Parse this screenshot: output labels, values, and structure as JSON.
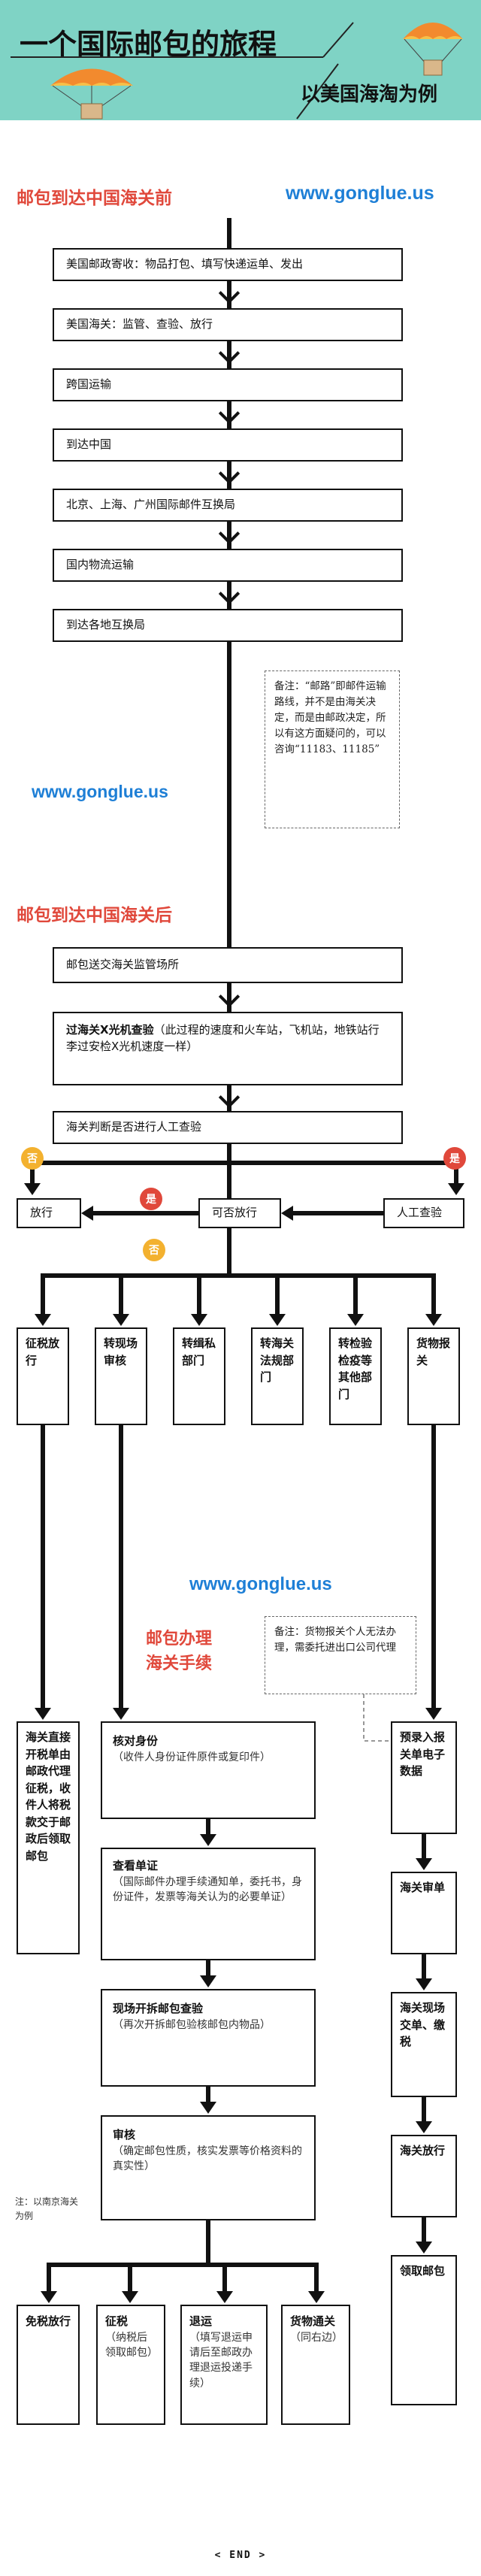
{
  "header": {
    "title": "一个国际邮包的旅程",
    "subtitle": "以美国海淘为例",
    "bg_color": "#7fd3c5"
  },
  "section1": {
    "title": "邮包到达中国海关前",
    "url": "www.gonglue.us",
    "steps": [
      {
        "label": "美国邮政寄收：",
        "detail": "物品打包、填写快递运单、发出"
      },
      {
        "label": "美国海关：",
        "detail": "监管、查验、放行"
      },
      {
        "label": "跨国运输",
        "detail": ""
      },
      {
        "label": "到达中国",
        "detail": ""
      },
      {
        "label": "北京、上海、广州国际邮件互换局",
        "detail": ""
      },
      {
        "label": "国内物流运输",
        "detail": ""
      },
      {
        "label": "到达各地互换局",
        "detail": ""
      }
    ],
    "note": "备注：“邮路”即邮件运输路线，并不是由海关决定，而是由邮政决定，所以有这方面疑问的，可以咨询“11183、11185”",
    "url2": "www.gonglue.us"
  },
  "section2": {
    "title": "邮包到达中国海关后",
    "step1": "邮包送交海关监管场所",
    "step2_label": "过海关X光机查验",
    "step2_detail": "（此过程的速度和火车站，飞机站，地铁站行李过安检X光机速度一样）",
    "step3_label": "海关判断是否进行人工查验",
    "no_label": "否",
    "yes_label": "是",
    "release": "放行",
    "can_release": "可否放行",
    "manual_check": "人工查验",
    "no_label2": "否",
    "yes_label2": "是",
    "branches": [
      "征税放行",
      "转现场审核",
      "转缉私部门",
      "转海关法规部门",
      "转检验检疫等其他部门",
      "货物报关"
    ],
    "colors": {
      "no": "#f3b12f",
      "yes": "#e0483b"
    }
  },
  "section3": {
    "url": "www.gonglue.us",
    "title_line1": "邮包办理",
    "title_line2": "海关手续",
    "note": "备注：货物报关个人无法办理，需委托进出口公司代理",
    "left_box": "海关直接开税单由邮政代理征税，收件人将税款交于邮政后领取邮包",
    "mid_steps": [
      {
        "label": "核对身份",
        "detail": "（收件人身份证件原件或复印件）"
      },
      {
        "label": "查看单证",
        "detail": "（国际邮件办理手续通知单，委托书，身份证件，发票等海关认为的必要单证）"
      },
      {
        "label": "现场开拆邮包查验",
        "detail": "（再次开拆邮包验核邮包内物品）"
      },
      {
        "label": "审核",
        "detail": "（确定邮包性质，核实发票等价格资料的真实性）"
      }
    ],
    "right_steps": [
      "预录入报关单电子数据",
      "海关审单",
      "海关现场交单、缴税",
      "海关放行",
      "领取邮包"
    ],
    "side_note": "注：以南京海关为例",
    "outcomes": [
      {
        "label": "免税放行",
        "detail": ""
      },
      {
        "label": "征税",
        "detail": "（纳税后领取邮包）"
      },
      {
        "label": "退运",
        "detail": "（填写退运申请后至邮政办理退运投递手续）"
      },
      {
        "label": "货物通关",
        "detail": "（同右边）"
      }
    ]
  },
  "footer": {
    "end_label": "< END >"
  }
}
